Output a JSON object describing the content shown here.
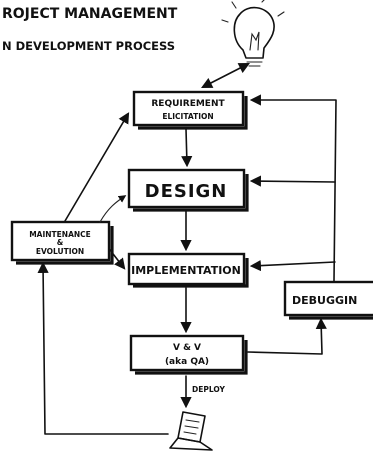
{
  "header": {
    "title": "ROJECT MANAGEMENT",
    "subtitle": "N DEVELOPMENT PROCESS"
  },
  "nodes": {
    "requirement": {
      "line1": "REQUIREMENT",
      "line2": "ELICITATION"
    },
    "design": {
      "label": "DESIGN"
    },
    "implementation": {
      "label": "IMPLEMENTATION"
    },
    "vv": {
      "line1": "V & V",
      "line2": "(aka QA)"
    },
    "maintenance": {
      "line1": "MAINTENANCE",
      "line2": "&",
      "line3": "EVOLUTION"
    },
    "debugging": {
      "label": "DEBUGGIN"
    }
  },
  "edges": {
    "deploy_label": "DEPLOY"
  },
  "icons": [
    "lightbulb-icon",
    "laptop-icon"
  ]
}
